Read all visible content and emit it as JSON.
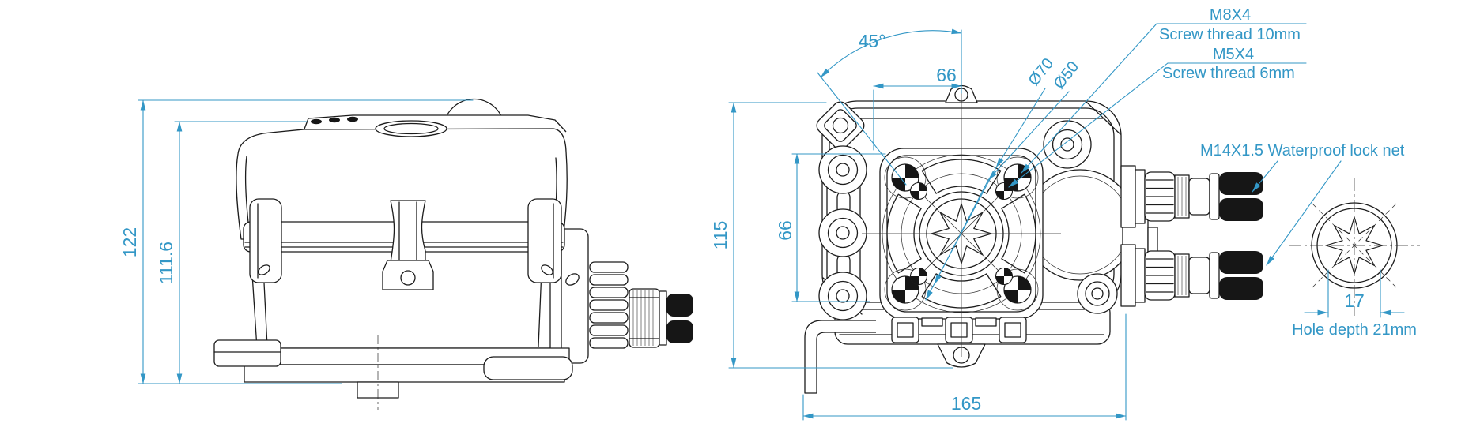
{
  "colors": {
    "line": "#1c1c1c",
    "dimension": "#3397c6",
    "background": "#ffffff"
  },
  "side_view": {
    "dim_overall_height": "122",
    "dim_body_height": "111.6"
  },
  "bottom_view": {
    "dim_rotation_angle": "45°",
    "dim_bolt_span_horizontal": "66",
    "dim_bolt_span_vertical": "66",
    "dim_overall_height": "115",
    "dim_overall_width": "165",
    "label_m8": "M8X4",
    "label_m8_desc": "Screw thread 10mm",
    "label_m5": "M5X4",
    "label_m5_desc": "Screw thread 6mm",
    "label_dia70": "Ø70",
    "label_dia50": "Ø50",
    "label_gland": "M14X1.5 Waterproof lock net"
  },
  "detail_view": {
    "dim_socket_width": "17",
    "label_hole_depth": "Hole depth 21mm"
  }
}
